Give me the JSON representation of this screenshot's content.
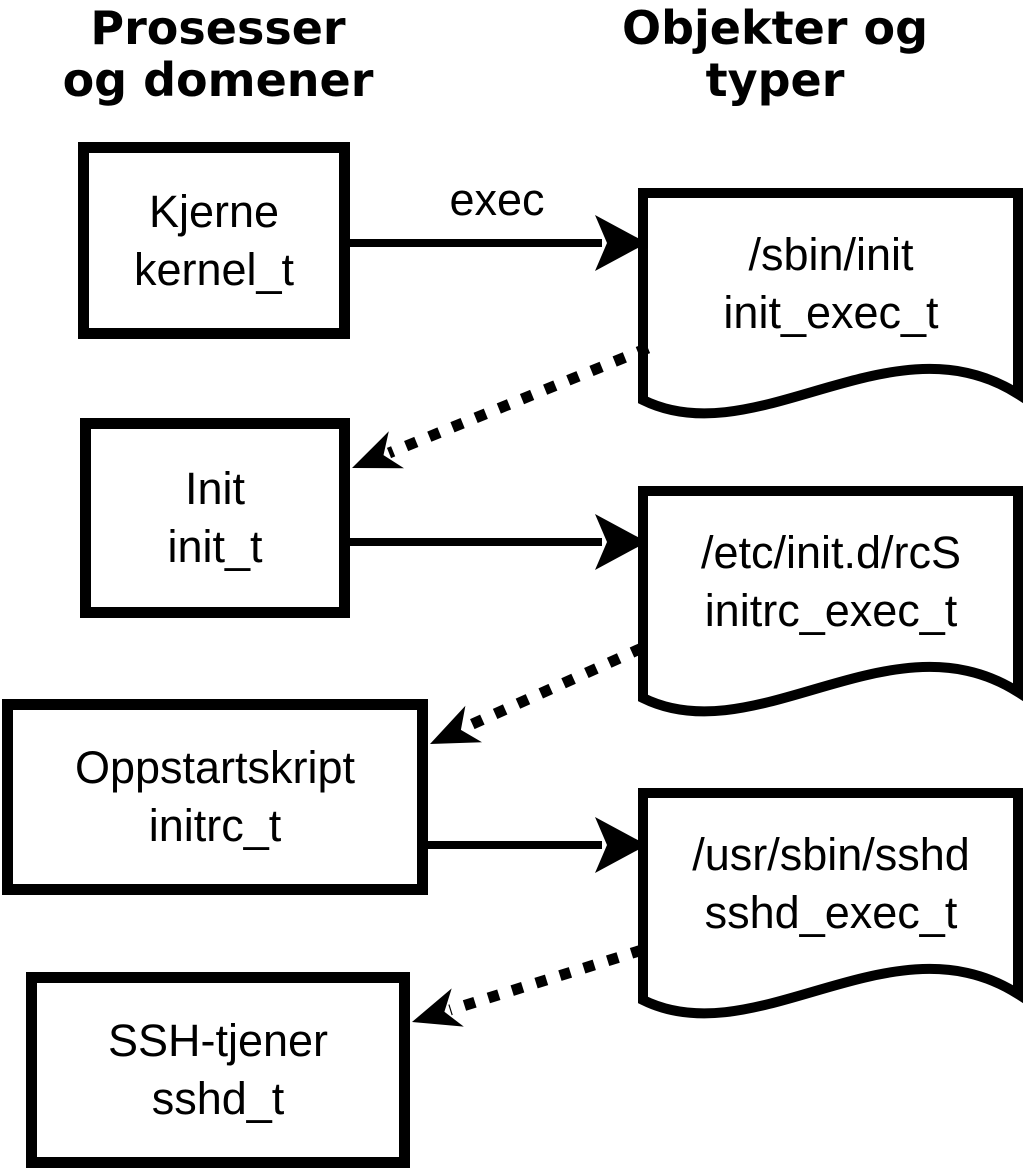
{
  "headers": {
    "processes_line1": "Prosesser",
    "processes_line2": "og domener",
    "objects_line1": "Objekter og",
    "objects_line2": "typer"
  },
  "processes": [
    {
      "label": "Kjerne",
      "domain": "kernel_t"
    },
    {
      "label": "Init",
      "domain": "init_t"
    },
    {
      "label": "Oppstartskript",
      "domain": "initrc_t"
    },
    {
      "label": "SSH-tjener",
      "domain": "sshd_t"
    }
  ],
  "objects": [
    {
      "path": "/sbin/init",
      "type": "init_exec_t"
    },
    {
      "path": "/etc/init.d/rcS",
      "type": "initrc_exec_t"
    },
    {
      "path": "/usr/sbin/sshd",
      "type": "sshd_exec_t"
    }
  ],
  "arrows": {
    "exec_label": "exec",
    "solid_count": 3,
    "dotted_count": 3
  },
  "colors": {
    "ink": "#000000",
    "paper": "#ffffff"
  }
}
